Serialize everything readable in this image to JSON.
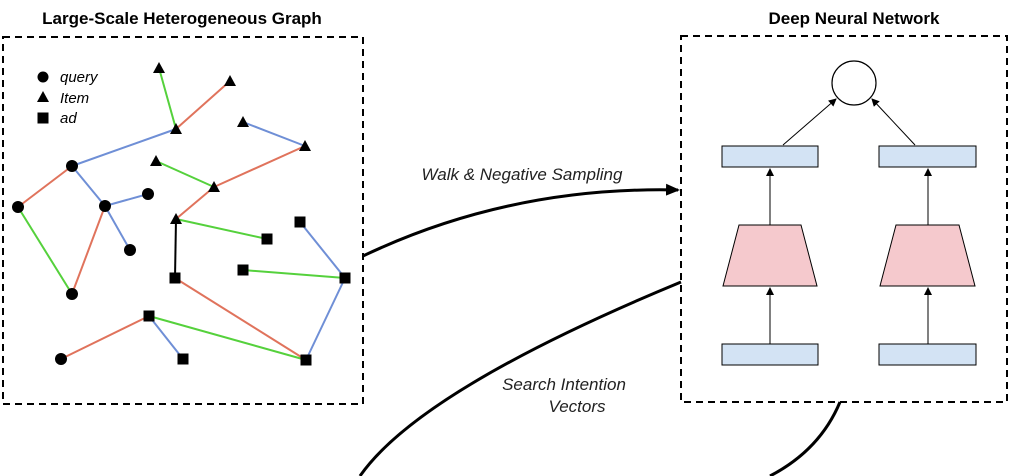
{
  "left_panel": {
    "title": "Large-Scale Heterogeneous Graph",
    "legend": [
      {
        "shape": "circle",
        "label": "query"
      },
      {
        "shape": "triangle",
        "label": "Item"
      },
      {
        "shape": "square",
        "label": "ad"
      }
    ]
  },
  "right_panel": {
    "title": "Deep Neural Network"
  },
  "flows": {
    "walk_label": "Walk & Negative Sampling",
    "vector_line1": "Search Intention",
    "vector_line2": "Vectors"
  },
  "colors": {
    "edge_red": "#e0735c",
    "edge_blue": "#6f8fd6",
    "edge_green": "#55d13c",
    "edge_black": "#000000",
    "layer_blue": "#d3e3f4",
    "layer_pink": "#f5c9cd",
    "node": "#000000"
  }
}
